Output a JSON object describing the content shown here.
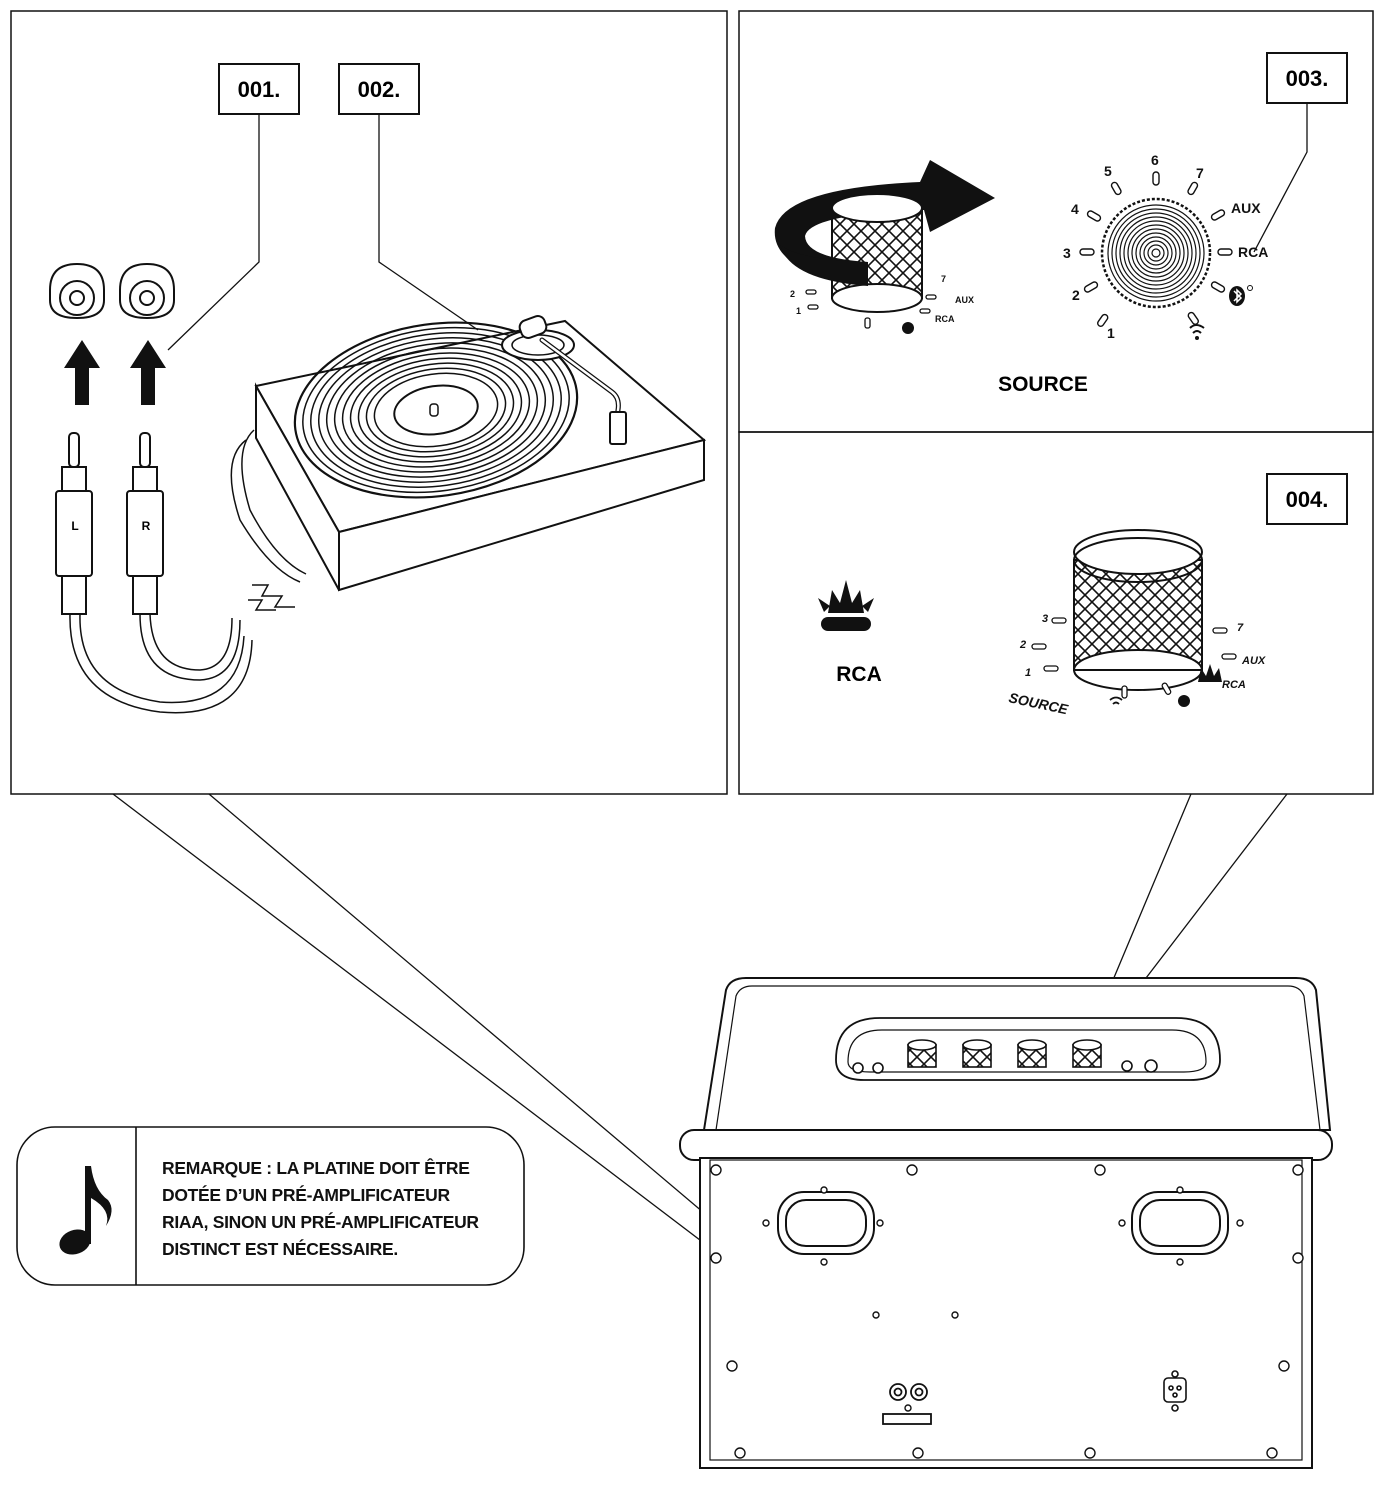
{
  "steps": [
    {
      "label": "001."
    },
    {
      "label": "002."
    },
    {
      "label": "003."
    },
    {
      "label": "004."
    }
  ],
  "plugs": {
    "left": "L",
    "right": "R"
  },
  "dial": {
    "numbers": [
      "1",
      "2",
      "3",
      "4",
      "5",
      "6",
      "7"
    ],
    "aux": "AUX",
    "rca": "RCA",
    "source": "SOURCE"
  },
  "selected_source": {
    "label": "RCA"
  },
  "note": {
    "icon": "music-note-icon",
    "lines": [
      "REMARQUE : LA PLATINE DOIT ÊTRE",
      "DOTÉE D’UN PRÉ-AMPLIFICATEUR",
      "RIAA, SINON UN PRÉ-AMPLIFICATEUR",
      "DISTINCT EST NÉCESSAIRE."
    ]
  }
}
